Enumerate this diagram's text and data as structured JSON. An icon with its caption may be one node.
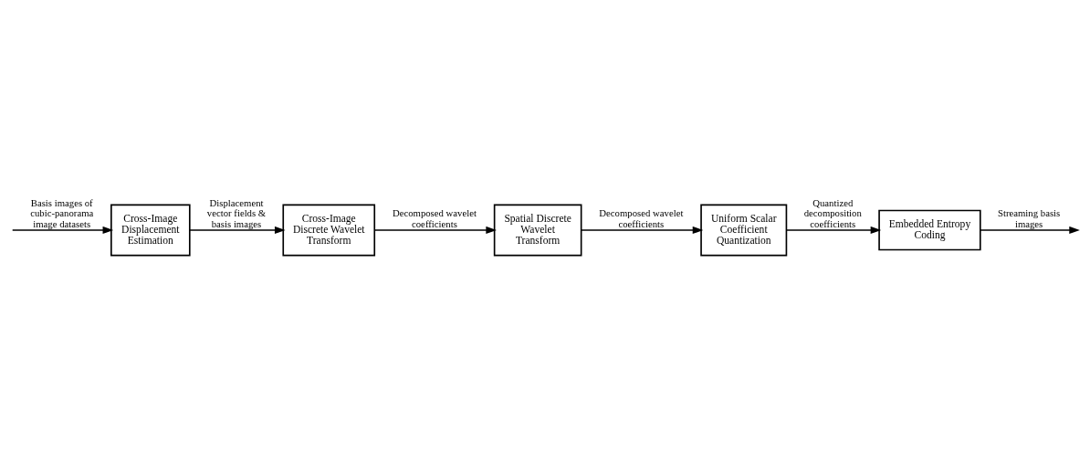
{
  "diagram": {
    "nodes": [
      {
        "text": [
          "Cross-Image Displacement Estimation"
        ]
      },
      {
        "text": [
          "Cross-Image Discrete Wavelet Transform"
        ]
      },
      {
        "text": [
          "Spatial Discrete Wavelet Transform"
        ]
      },
      {
        "text": [
          "Uniform Scalar Coefficient Quantization"
        ]
      },
      {
        "text": [
          "Embedded Entropy Coding"
        ]
      }
    ],
    "edges": [
      {
        "from": null,
        "to": 0,
        "arrow": "to",
        "label": "Basis images of cubic-panorama image datasets"
      },
      {
        "from": 0,
        "to": 1,
        "arrow": "to",
        "label": "Displacement vector fields & basis images"
      },
      {
        "from": 1,
        "to": 2,
        "arrow": "to",
        "label": "Decomposed wavelet coefficients"
      },
      {
        "from": 2,
        "to": 3,
        "arrow": "to",
        "label": "Decomposed wavelet coefficients"
      },
      {
        "from": 3,
        "to": 4,
        "arrow": "to",
        "label": "Quantized decomposition coefficients"
      },
      {
        "from": 4,
        "to": null,
        "arrow": "to",
        "label": "Streaming basis images"
      }
    ]
  }
}
